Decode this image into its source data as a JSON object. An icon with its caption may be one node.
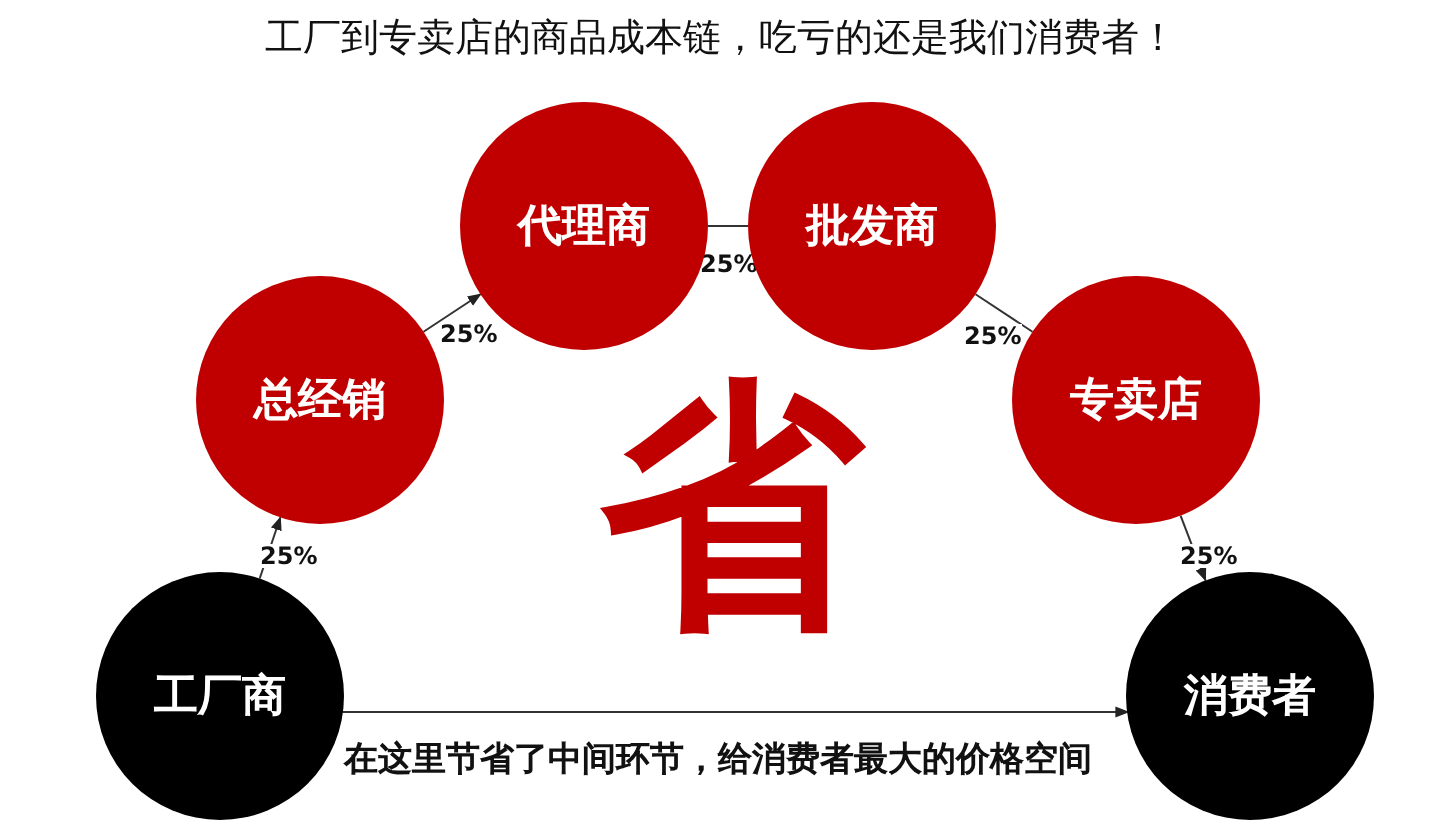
{
  "diagram": {
    "title": "工厂到专卖店的商品成本链，吃亏的还是我们消费者！",
    "nodes": [
      {
        "text": [
          "工厂商"
        ]
      },
      {
        "text": [
          "总经销"
        ]
      },
      {
        "text": [
          "代理商"
        ]
      },
      {
        "text": [
          "批发商"
        ]
      },
      {
        "text": [
          "专卖店"
        ]
      },
      {
        "text": [
          "消费者"
        ]
      }
    ],
    "edges": [
      {
        "from": 0,
        "to": 1,
        "arrow": "to",
        "label": "25%"
      },
      {
        "from": 1,
        "to": 2,
        "arrow": "to",
        "label": "25%"
      },
      {
        "from": 2,
        "to": 3,
        "arrow": "none",
        "label": "25%"
      },
      {
        "from": 3,
        "to": 4,
        "arrow": "none",
        "label": "25%"
      },
      {
        "from": 4,
        "to": 5,
        "arrow": "to",
        "label": "25%"
      },
      {
        "from": 0,
        "to": 5,
        "arrow": "to",
        "label": "在这里节省了中间环节，给消费者最大的价格空间"
      }
    ],
    "labels": [
      "省"
    ]
  }
}
